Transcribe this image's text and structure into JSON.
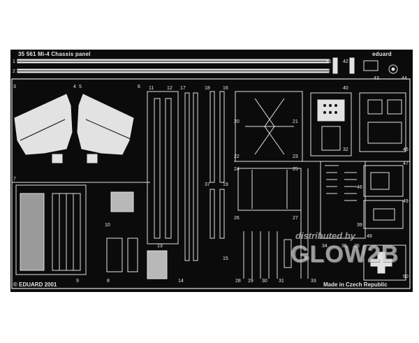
{
  "sheet": {
    "header_text": "35 561 Mi-4 Chassis panel",
    "brand_text": "eduard",
    "footer_left": "© EDUARD 2001",
    "footer_right": "Made in Czech Republic",
    "watermark_top": "distributed by",
    "watermark_logo": "GLOW2B",
    "part_numbers": [
      "1",
      "2",
      "3",
      "4",
      "5",
      "6",
      "7",
      "8",
      "9",
      "10",
      "11",
      "12",
      "13",
      "14",
      "15",
      "16",
      "17",
      "18",
      "19",
      "20",
      "21",
      "22",
      "23",
      "24",
      "25",
      "26",
      "27",
      "28",
      "29",
      "30",
      "31",
      "32",
      "33",
      "34",
      "35",
      "36",
      "37",
      "38",
      "39",
      "40",
      "41",
      "42",
      "43",
      "44",
      "45",
      "46",
      "47",
      "48",
      "49",
      "50"
    ]
  },
  "colors": {
    "fret": "#0b0b0b",
    "metal": "#e6e6e6",
    "page": "#ffffff"
  }
}
